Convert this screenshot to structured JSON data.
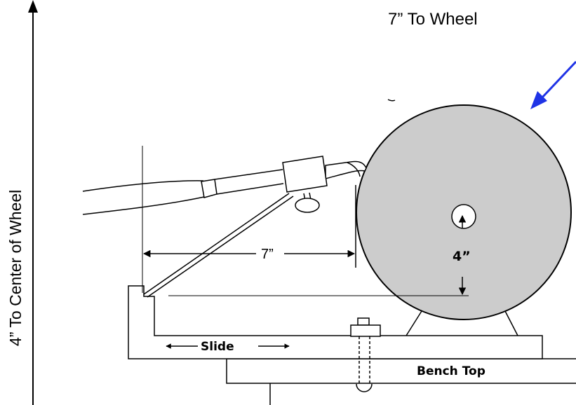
{
  "labels": {
    "top_right": "7” To Wheel",
    "vertical_axis": "4” To Center of Wheel",
    "horizontal_dim": "7”",
    "wheel_dim": "4”",
    "slide": "Slide",
    "bench_top": "Bench Top"
  },
  "colors": {
    "line": "#000000",
    "wheel_fill": "#cccccc",
    "arrow_blue": "#1f33e6",
    "background": "#ffffff"
  },
  "icons": {
    "pointer_arrow": "blue-arrow-icon",
    "axis_arrow": "arrow-up-icon"
  }
}
